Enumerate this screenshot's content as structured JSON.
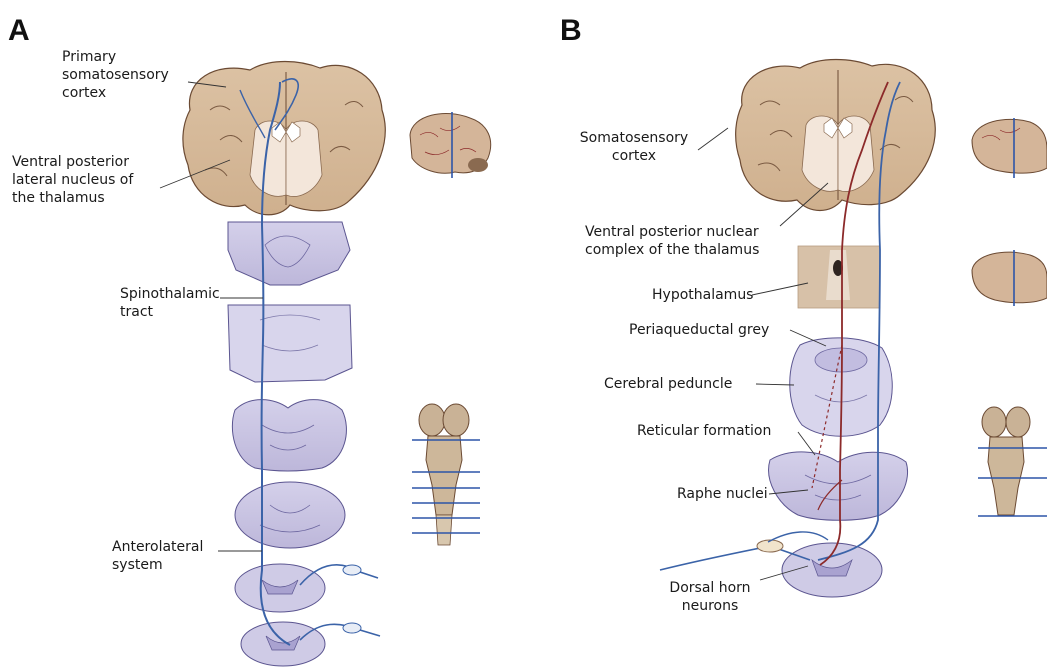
{
  "panel_a": {
    "letter": "A",
    "labels": {
      "primary_somatosensory": [
        "Primary",
        "somatosensory",
        "cortex"
      ],
      "vpl_nucleus": [
        "Ventral posterior",
        "lateral nucleus of",
        "the thalamus"
      ],
      "spinothalamic": [
        "Spinothalamic",
        "tract"
      ],
      "anterolateral": [
        "Anterolateral",
        "system"
      ]
    }
  },
  "panel_b": {
    "letter": "B",
    "labels": {
      "somatosensory_cortex": [
        "Somatosensory",
        "cortex"
      ],
      "vp_nuclear_complex": [
        "Ventral posterior nuclear",
        "complex of the thalamus"
      ],
      "hypothalamus": "Hypothalamus",
      "periaqueductal_grey": "Periaqueductal grey",
      "cerebral_peduncle": "Cerebral peduncle",
      "reticular_formation": "Reticular formation",
      "raphe_nuclei": "Raphe nuclei",
      "dorsal_horn": [
        "Dorsal horn",
        "neurons"
      ]
    }
  },
  "colors": {
    "cortex_tan": "#d9bc9c",
    "cortex_outline": "#6b4a33",
    "white_matter": "#f4e7dc",
    "section_lavender": "#c9c4e0",
    "section_outline": "#5b5590",
    "pathway_blue": "#3b63a8",
    "pathway_red": "#8c2a2a",
    "plane_line": "#2d55a8"
  }
}
